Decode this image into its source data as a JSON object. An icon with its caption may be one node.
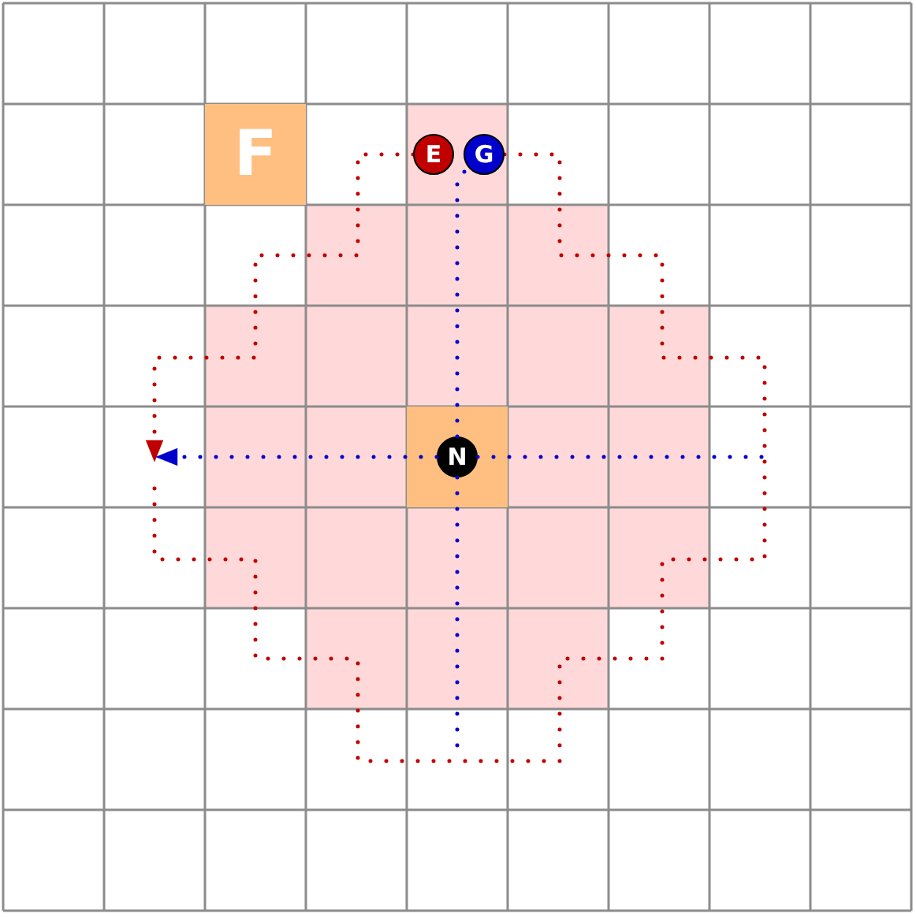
{
  "diagram": {
    "nodes": [
      {
        "text": [
          "F"
        ]
      },
      {
        "text": [],
        "shape": "box"
      },
      {
        "text": [
          "N"
        ],
        "in": 1
      },
      {
        "text": [
          "E"
        ]
      },
      {
        "text": [
          "G"
        ]
      }
    ],
    "edges": [
      {
        "from": 3,
        "to": null,
        "arrow": "to",
        "style": "dashed",
        "color": "#c00000"
      },
      {
        "from": 4,
        "to": null,
        "arrow": "none",
        "style": "dashed",
        "color": "#c00000"
      },
      {
        "from": 2,
        "to": 4,
        "arrow": "none",
        "style": "dashed",
        "color": "#0000cc"
      },
      {
        "from": 2,
        "to": null,
        "arrow": "none",
        "style": "dashed",
        "color": "#0000cc"
      },
      {
        "from": 2,
        "to": null,
        "arrow": "none",
        "style": "dashed",
        "color": "#0000cc"
      },
      {
        "from": 2,
        "to": null,
        "arrow": "to",
        "style": "dashed",
        "color": "#0000cc"
      }
    ]
  }
}
